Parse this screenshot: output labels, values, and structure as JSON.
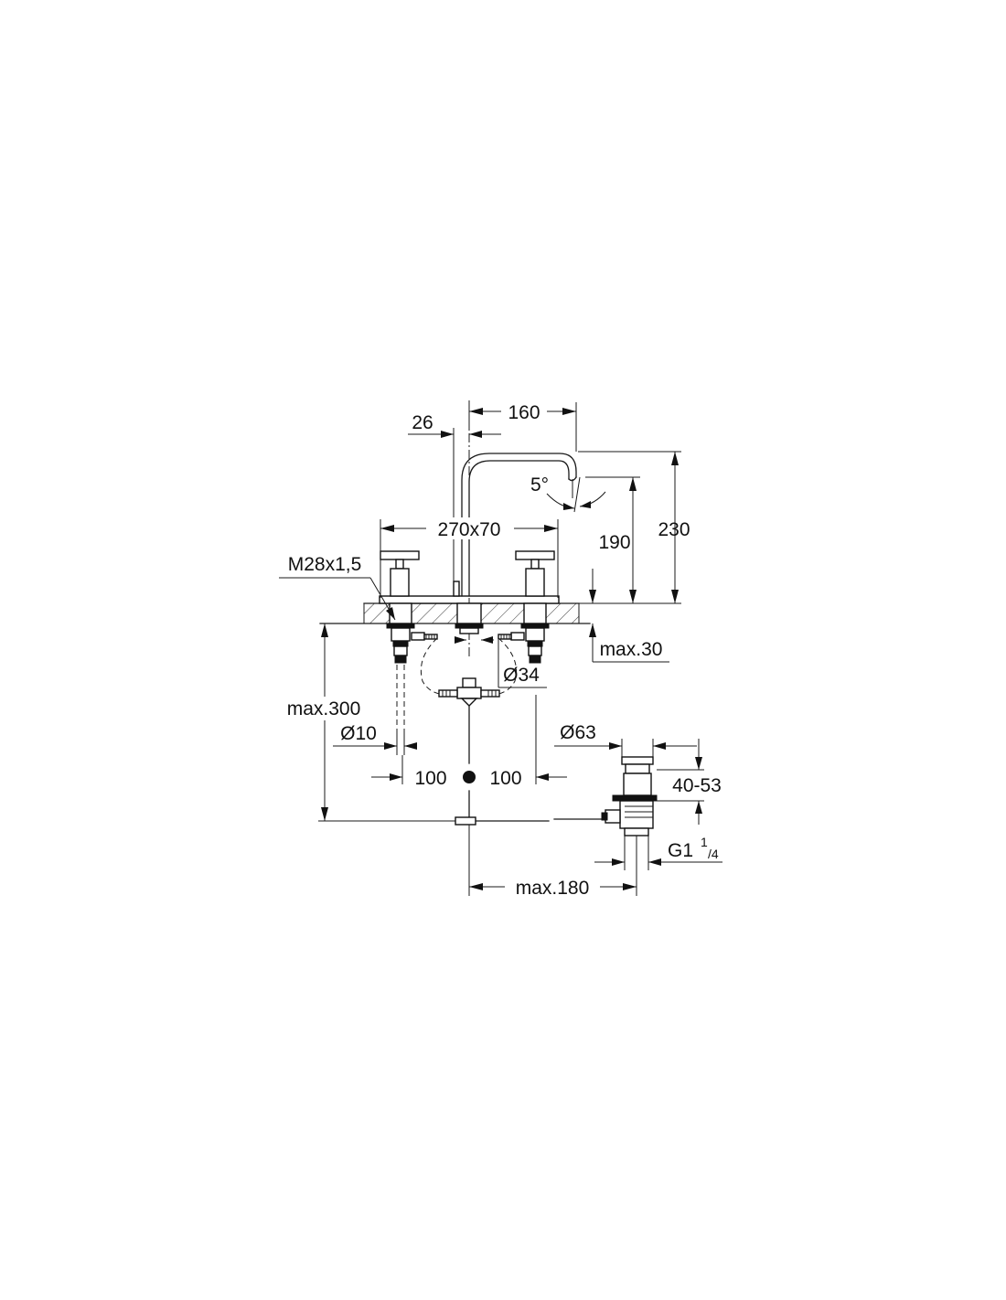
{
  "labels": {
    "spout_depth": "26",
    "spout_reach": "160",
    "spout_angle": "5°",
    "hole_spacing": "270x70",
    "spout_outlet_height": "190",
    "spout_total_height": "230",
    "thread": "M28x1,5",
    "deck_thickness": "max.30",
    "bore_diameter": "Ø34",
    "supply_length": "max.300",
    "supply_diameter": "Ø10",
    "left_offset": "100",
    "right_offset": "100",
    "waste_diameter": "Ø63",
    "waste_range": "40-53",
    "waste_thread_main": "G1",
    "waste_thread_num": "1",
    "waste_thread_den": "/4",
    "rod_length": "max.180"
  }
}
